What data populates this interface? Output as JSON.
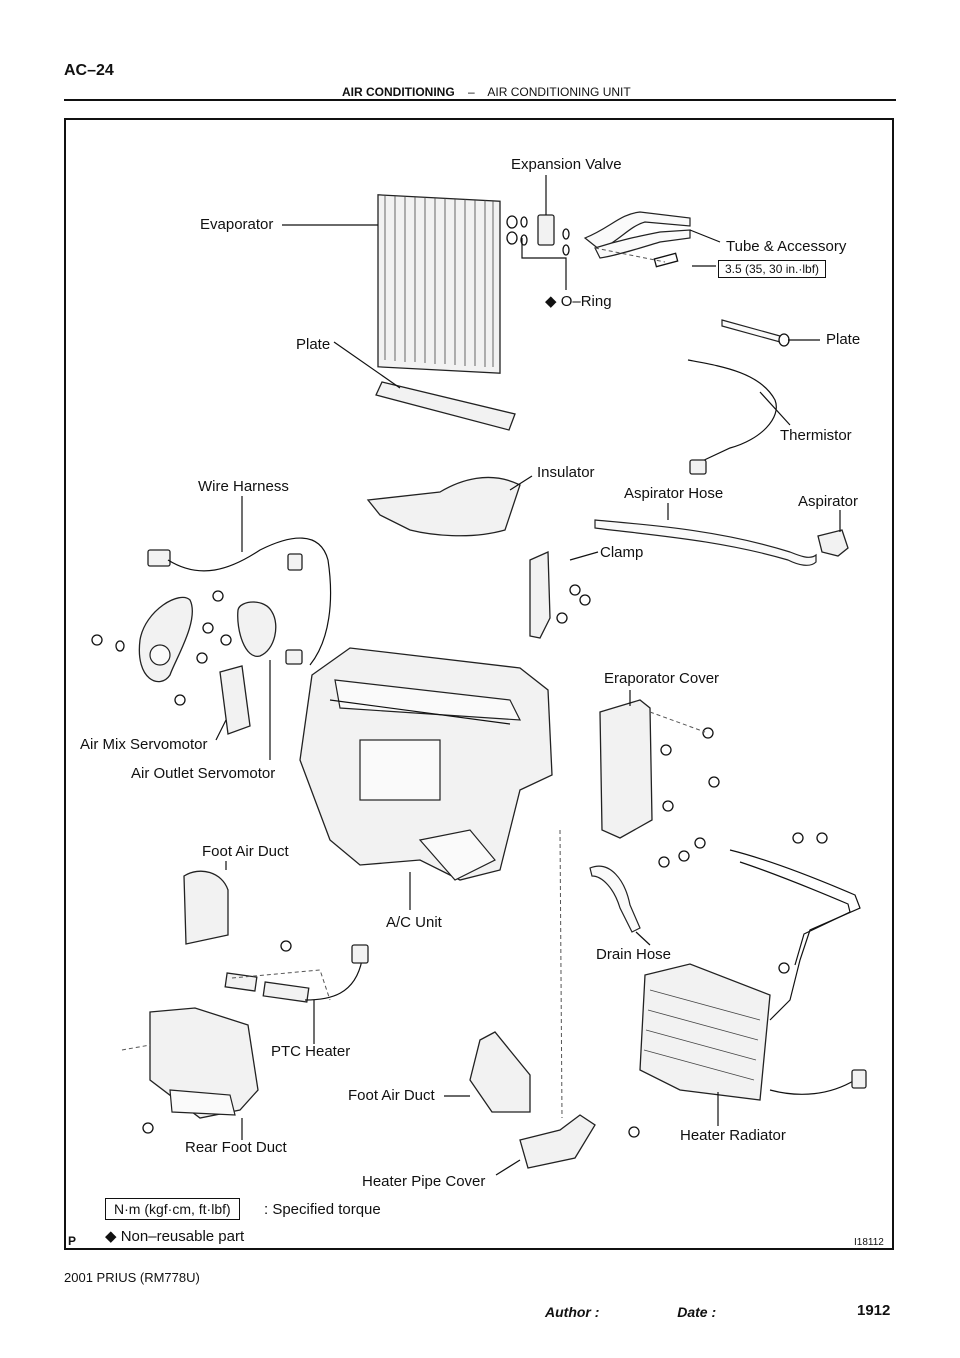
{
  "header": {
    "page_code": "AC–24",
    "section": "AIR CONDITIONING",
    "separator": "–",
    "subsection": "AIR CONDITIONING UNIT"
  },
  "labels": {
    "expansion_valve": "Expansion Valve",
    "evaporator": "Evaporator",
    "tube_accessory": "Tube & Accessory",
    "torque_spec": "3.5 (35, 30 in.·lbf)",
    "o_ring": "O–Ring",
    "plate_left": "Plate",
    "plate_right": "Plate",
    "thermistor": "Thermistor",
    "insulator": "Insulator",
    "wire_harness": "Wire Harness",
    "aspirator_hose": "Aspirator Hose",
    "aspirator": "Aspirator",
    "clamp": "Clamp",
    "evaporator_cover": "Eraporator Cover",
    "air_mix_servomotor": "Air Mix Servomotor",
    "air_outlet_servomotor": "Air Outlet Servomotor",
    "foot_air_duct_upper": "Foot Air Duct",
    "ac_unit": "A/C Unit",
    "drain_hose": "Drain Hose",
    "ptc_heater": "PTC Heater",
    "foot_air_duct_lower": "Foot Air Duct",
    "heater_radiator": "Heater Radiator",
    "rear_foot_duct": "Rear Foot Duct",
    "heater_pipe_cover": "Heater Pipe Cover"
  },
  "legend": {
    "torque_units": "N·m (kgf·cm, ft·lbf)",
    "torque_desc": ": Specified torque",
    "nonreusable_symbol": "◆",
    "nonreusable_desc": "Non–reusable part"
  },
  "figure_id": "I18112",
  "p_mark": "P",
  "footer": {
    "model": "2001 PRIUS   (RM778U)",
    "author_date": "Author :                    Date :",
    "page_number": "1912"
  }
}
